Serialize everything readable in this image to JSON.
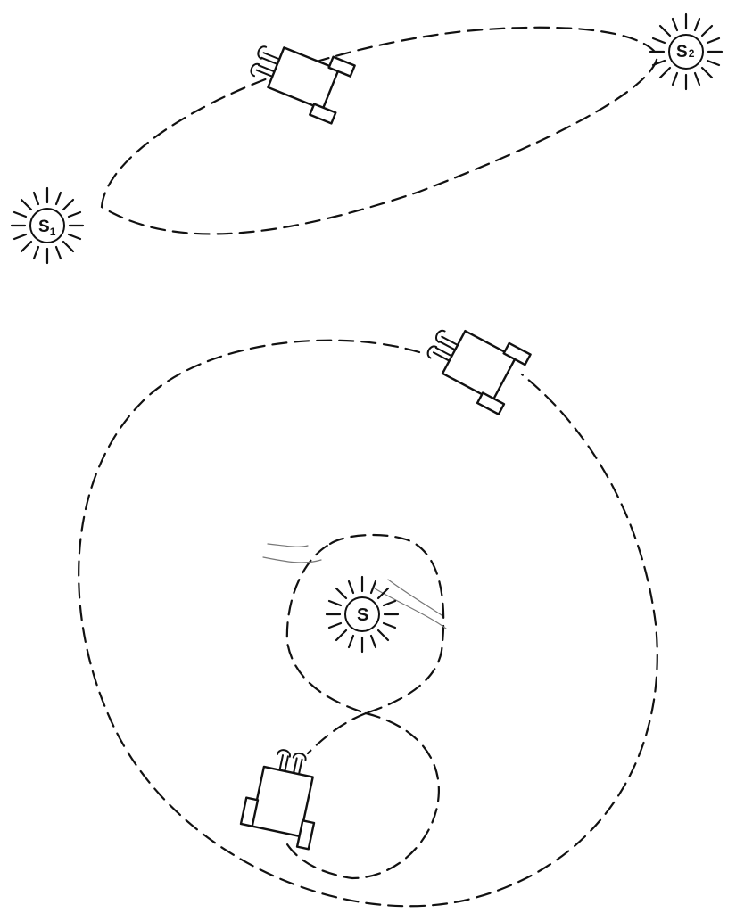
{
  "figure": {
    "lights": [
      {
        "id": "s1",
        "letter": "S",
        "subscript": "1"
      },
      {
        "id": "s2",
        "letter": "S",
        "subscript": "2"
      },
      {
        "id": "s",
        "letter": "S",
        "subscript": ""
      }
    ],
    "vehicles": [
      {
        "id": "vehicle-top",
        "panel": "two-lights"
      },
      {
        "id": "vehicle-right",
        "panel": "single-light"
      },
      {
        "id": "vehicle-bottom",
        "panel": "single-light"
      }
    ],
    "paths": [
      {
        "id": "path-ellipse",
        "style": "dashed"
      },
      {
        "id": "path-large-loop",
        "style": "dashed"
      },
      {
        "id": "path-figure-eight",
        "style": "dashed"
      }
    ]
  }
}
